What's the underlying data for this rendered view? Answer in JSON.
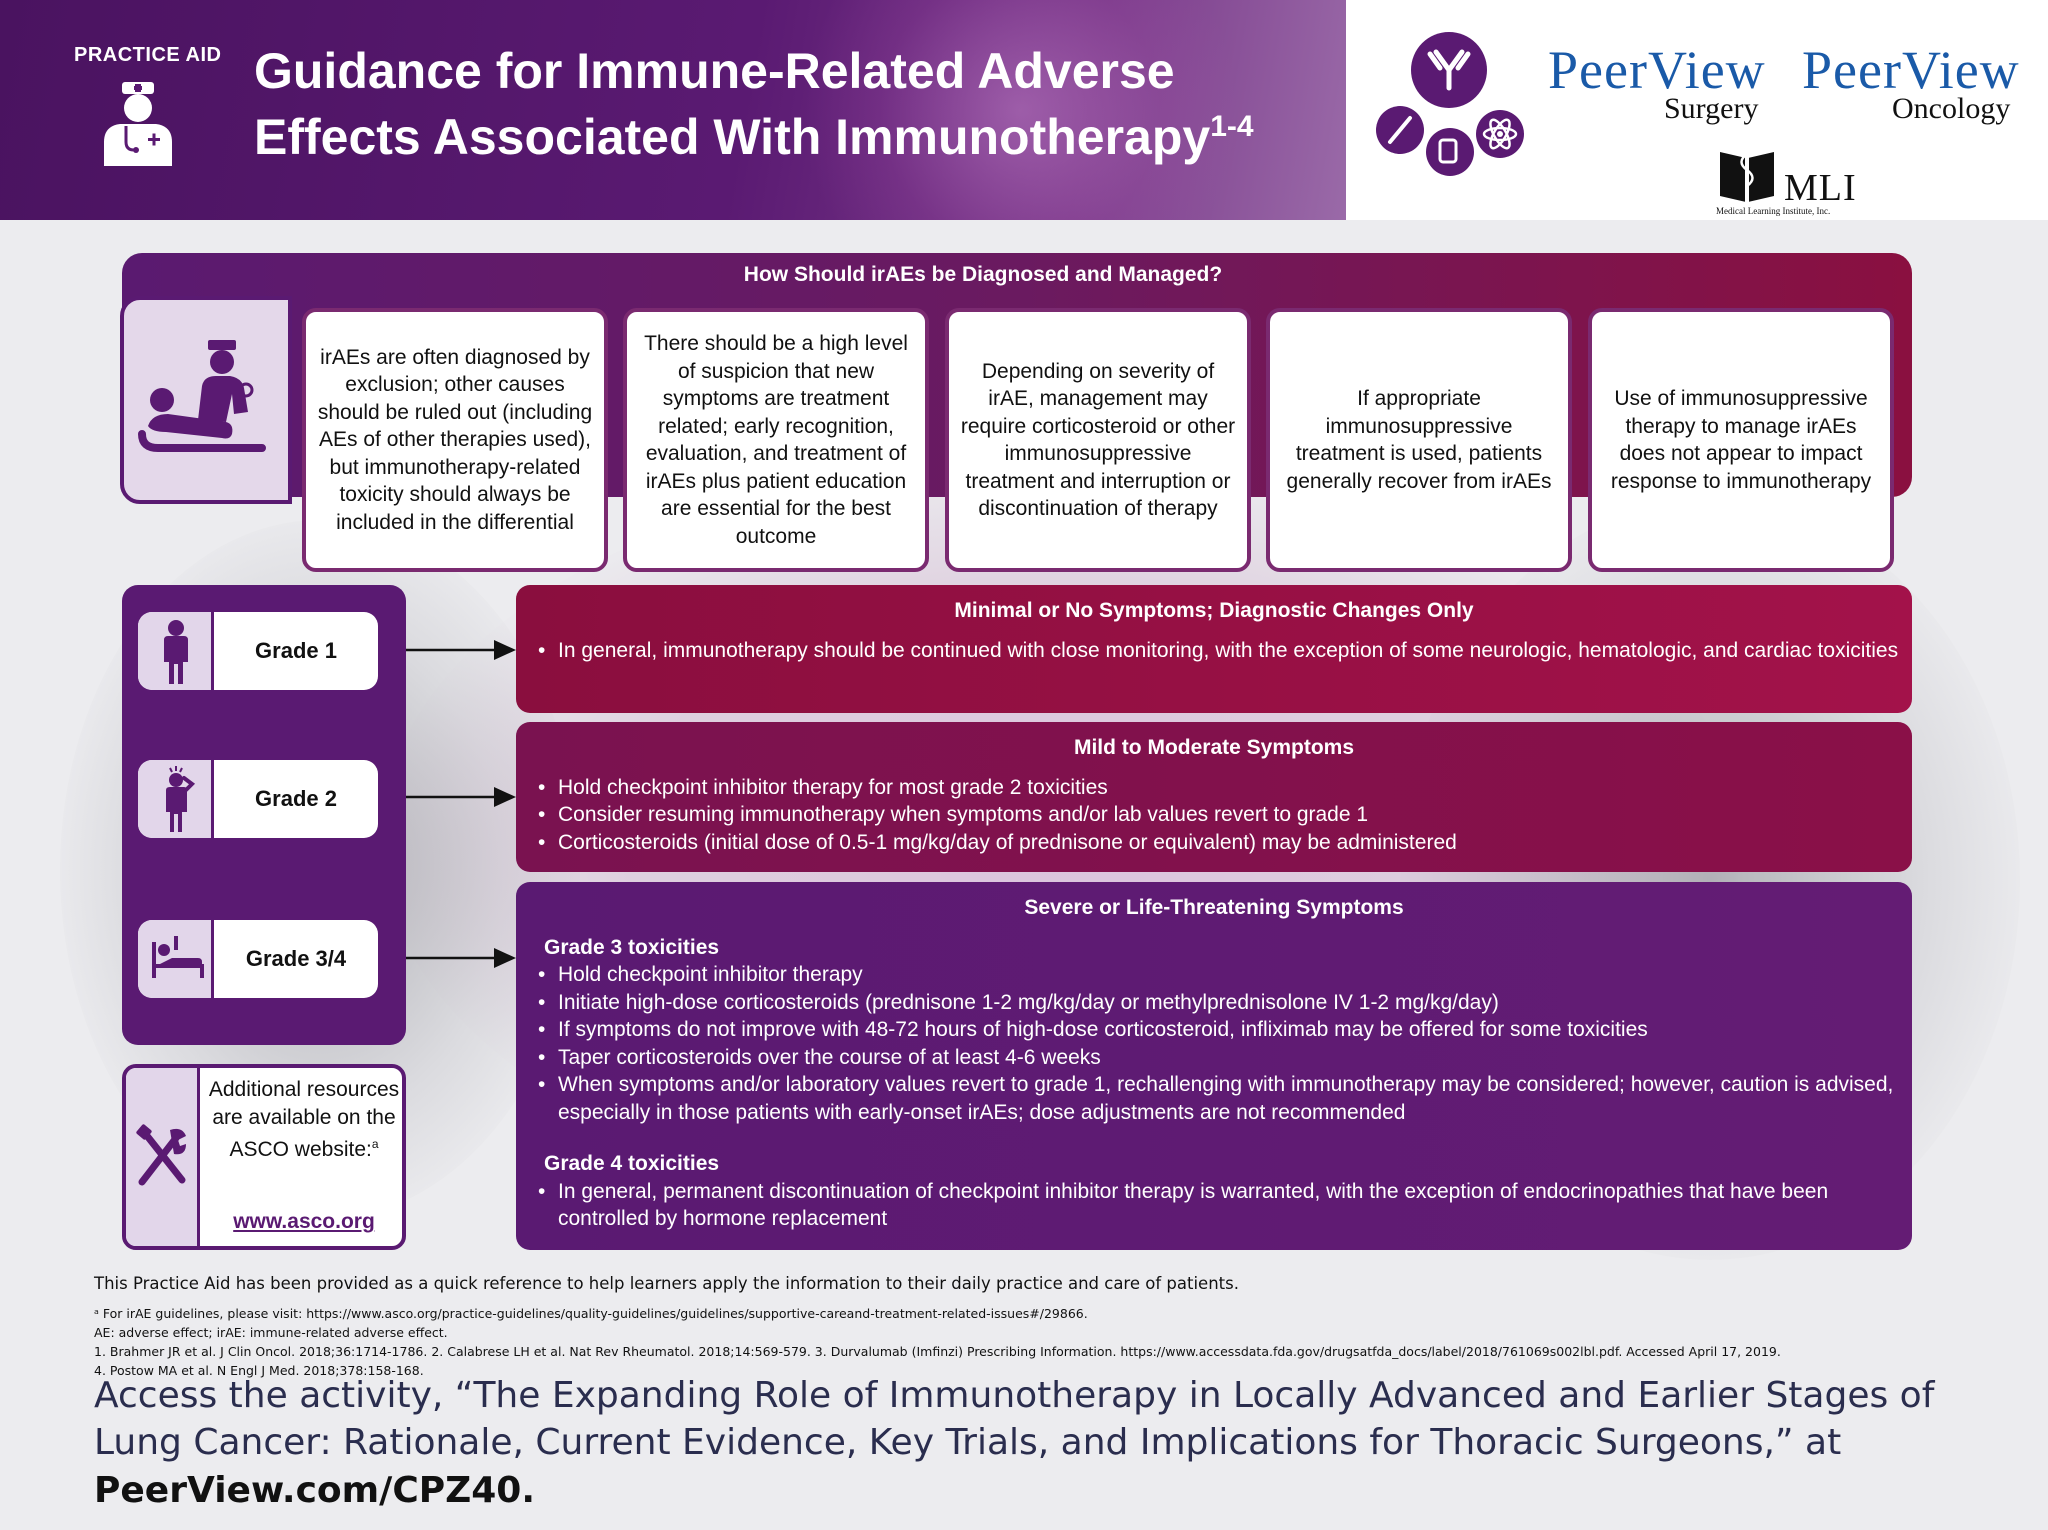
{
  "header": {
    "practice_aid": "PRACTICE AID",
    "title_line1": "Guidance for Immune-Related Adverse",
    "title_line2": "Effects Associated With Immunotherapy",
    "title_sup": "1-4"
  },
  "logos": {
    "peerview1": "PeerView",
    "peerview1_sub": "Surgery",
    "peerview2": "PeerView",
    "peerview2_sub": "Oncology",
    "mli": "MLI",
    "mli_sub": "Medical Learning Institute, Inc."
  },
  "diagnosis": {
    "title": "How Should irAEs be Diagnosed and Managed?",
    "cards": [
      "irAEs are often diagnosed by exclusion; other causes should be ruled out (including AEs of other therapies used), but immunotherapy-related toxicity should always be included in the differential",
      "There should be a high level of suspicion that new symptoms are treatment related; early recognition, evaluation, and treatment of irAEs plus patient education are essential for the best outcome",
      "Depending on severity of irAE, management may require corticosteroid or other immunosuppressive treatment and interruption or discontinuation of therapy",
      "If appropriate immunosuppressive treatment is used, patients generally recover from irAEs",
      "Use of immunosuppressive therapy to manage irAEs does not appear to impact response to immunotherapy"
    ]
  },
  "grades": [
    {
      "label": "Grade 1",
      "icon": "standing-person-icon"
    },
    {
      "label": "Grade 2",
      "icon": "person-headache-icon"
    },
    {
      "label": "Grade 3/4",
      "icon": "person-in-bed-icon"
    }
  ],
  "severity": {
    "minimal": {
      "title": "Minimal or No Symptoms; Diagnostic Changes Only",
      "items": [
        "In general, immunotherapy should be continued with close monitoring, with the exception of some neurologic, hematologic, and cardiac toxicities"
      ]
    },
    "mild": {
      "title": "Mild to Moderate Symptoms",
      "items": [
        "Hold checkpoint inhibitor therapy for most grade 2 toxicities",
        "Consider resuming immunotherapy when symptoms and/or lab values revert to grade 1",
        "Corticosteroids (initial dose of 0.5-1 mg/kg/day of prednisone or equivalent) may be administered"
      ]
    },
    "severe": {
      "title": "Severe or Life-Threatening Symptoms",
      "grade3_heading": "Grade 3 toxicities",
      "grade3_items": [
        "Hold checkpoint inhibitor therapy",
        "Initiate high-dose corticosteroids (prednisone 1-2 mg/kg/day or methylprednisolone IV 1-2 mg/kg/day)",
        "If symptoms do not improve with 48-72 hours of high-dose corticosteroid, infliximab may be offered for some toxicities",
        "Taper corticosteroids over the course of at least 4-6 weeks",
        "When symptoms and/or laboratory values revert to grade 1, rechallenging with immunotherapy may be considered; however, caution is advised, especially in those patients with early-onset irAEs; dose adjustments are not recommended"
      ],
      "grade4_heading": "Grade 4 toxicities",
      "grade4_items": [
        "In general, permanent discontinuation of checkpoint inhibitor therapy is warranted, with the exception of endocrinopathies that have been controlled by hormone replacement"
      ]
    }
  },
  "resources": {
    "text": "Additional resources are available on the ASCO website:",
    "sup": "a",
    "link": "www.asco.org"
  },
  "footer": {
    "main": "This Practice Aid has been provided as a quick reference to help learners apply the information to their daily practice and care of patients.",
    "note_a": "ᵃ For irAE guidelines, please visit: https://www.asco.org/practice-guidelines/quality-guidelines/guidelines/supportive-careand-treatment-related-issues#/29866.",
    "abbrev": "AE: adverse effect; irAE: immune-related adverse effect.",
    "refs_line1": "1. Brahmer JR et al. J Clin Oncol. 2018;36:1714-1786. 2. Calabrese LH et al. Nat Rev Rheumatol. 2018;14:569-579. 3. Durvalumab (Imfinzi) Prescribing Information. https://www.accessdata.fda.gov/drugsatfda_docs/label/2018/761069s002lbl.pdf. Accessed April 17, 2019.",
    "refs_line2": "4. Postow MA et al. N Engl J Med. 2018;378:158-168.",
    "access": "Access the activity, “The Expanding Role of Immunotherapy in Locally Advanced and Earlier Stages of Lung Cancer: Rationale, Current Evidence, Key Trials, and Implications for Thoracic Surgeons,” at",
    "access_link": "PeerView.com/CPZ40."
  }
}
